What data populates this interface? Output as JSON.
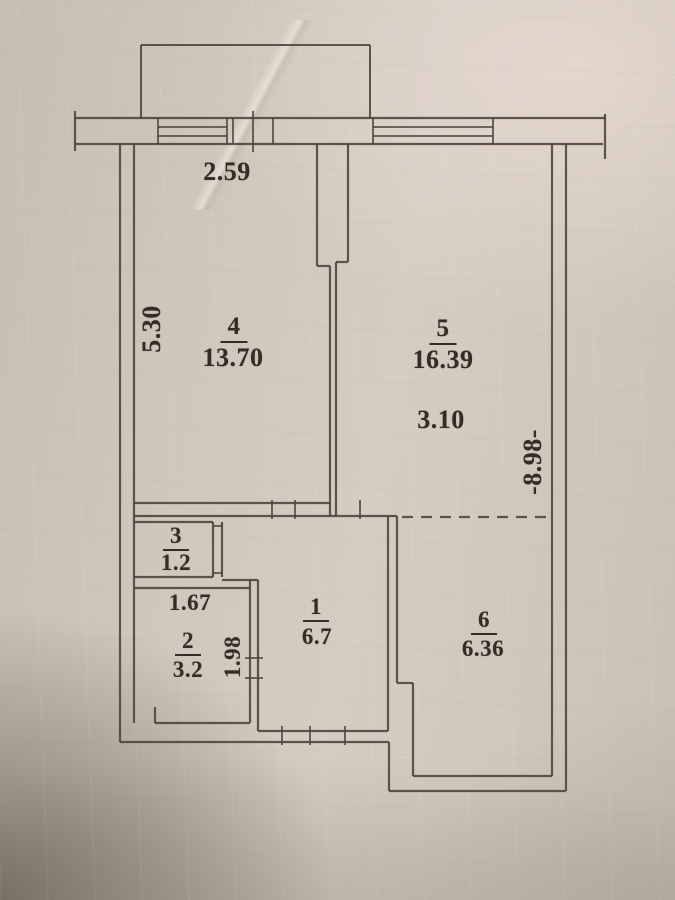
{
  "plan": {
    "type": "apartment-floor-plan",
    "rooms": [
      {
        "number": "1",
        "area": "6.7"
      },
      {
        "number": "2",
        "area": "3.2"
      },
      {
        "number": "3",
        "area": "1.2"
      },
      {
        "number": "4",
        "area": "13.70"
      },
      {
        "number": "5",
        "area": "16.39"
      },
      {
        "number": "6",
        "area": "6.36"
      }
    ],
    "dimensions": {
      "balcony_width": "2.59",
      "room4_height": "5.30",
      "room5_width": "3.10",
      "right_side_height": "-8.98-",
      "room2_width": "1.67",
      "room2_height": "1.98"
    },
    "colors": {
      "paper": "#cfc7bc",
      "paper_shadow": "#9a9083",
      "line": "#4b433b",
      "text": "#342d26"
    }
  }
}
